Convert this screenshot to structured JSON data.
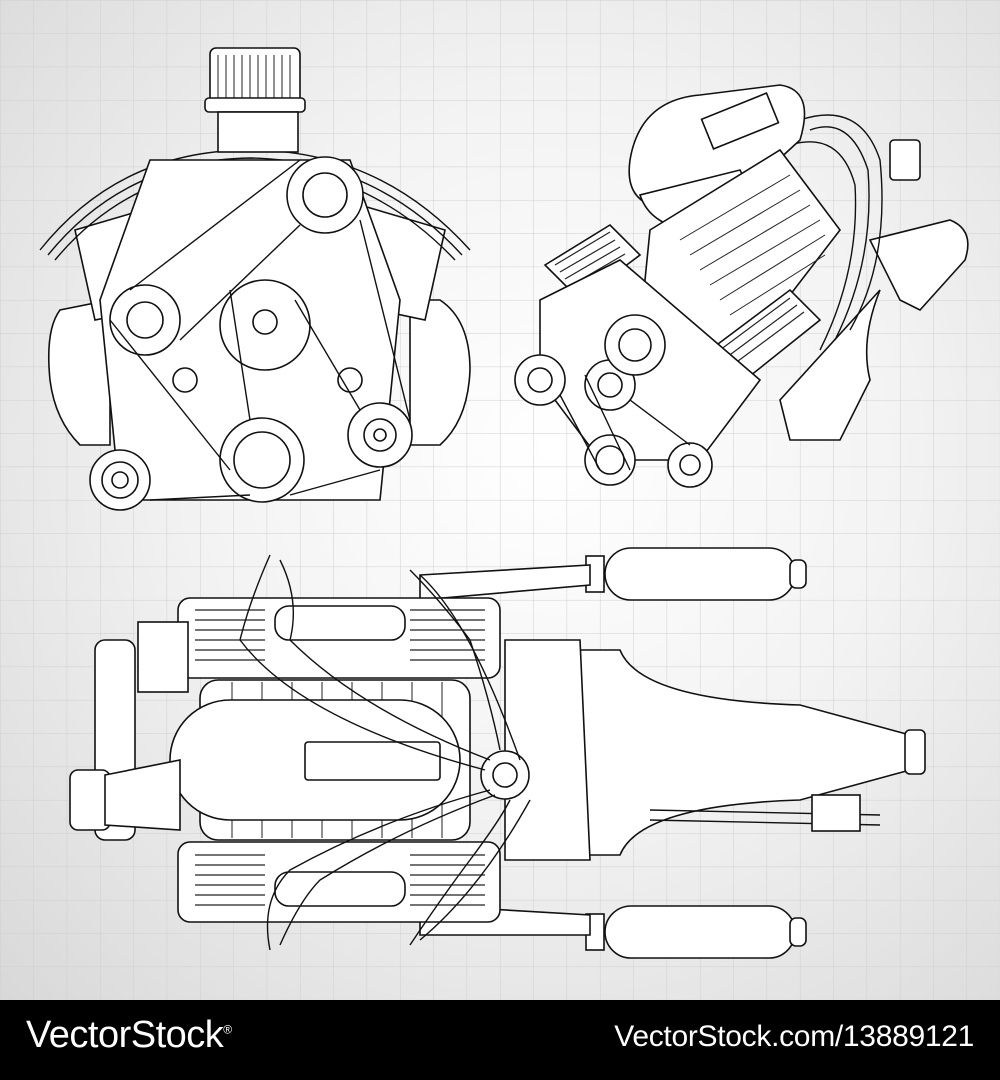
{
  "footer": {
    "brand": "VectorStock",
    "registered": "®",
    "url_id": "VectorStock.com/13889121"
  },
  "colors": {
    "paper": "#f2f2f2",
    "grid": "#cfcfcf",
    "ink": "#111111",
    "footer_bg": "#000000",
    "footer_text": "#ffffff"
  },
  "illustration": {
    "subject": "engine-blueprint",
    "views": [
      "front-view",
      "three-quarter-view",
      "top-view"
    ]
  }
}
